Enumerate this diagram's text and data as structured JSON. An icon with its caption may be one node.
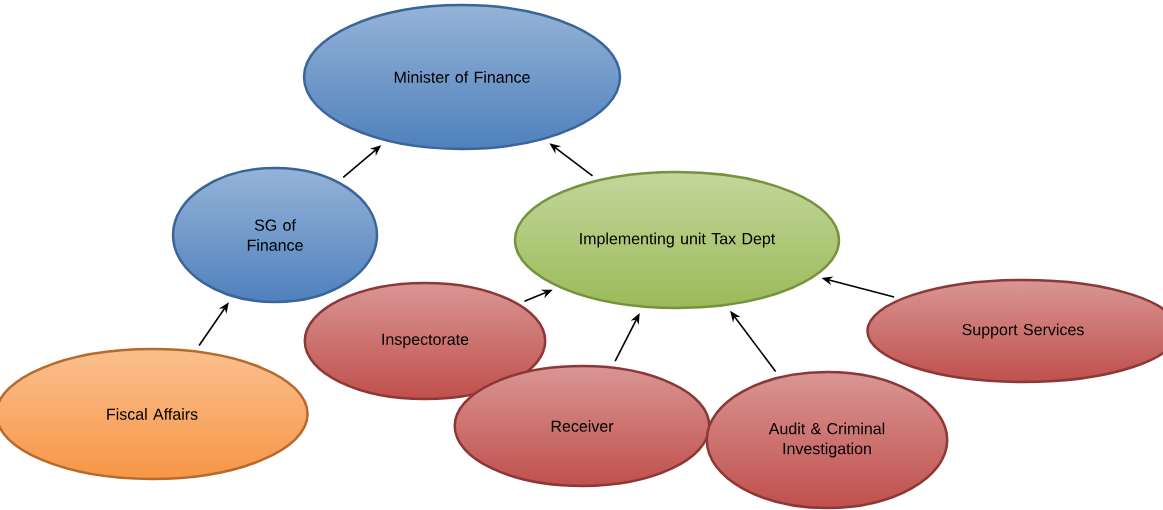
{
  "diagram": {
    "nodes": [
      {
        "text": [
          "Minister of Finance"
        ]
      },
      {
        "text": [
          "SG of Finance"
        ]
      },
      {
        "text": [
          "Implementing unit Tax Dept"
        ]
      },
      {
        "text": [
          "Inspectorate"
        ]
      },
      {
        "text": [
          "Receiver"
        ]
      },
      {
        "text": [
          "Audit & Criminal Investigation"
        ]
      },
      {
        "text": [
          "Support Services"
        ]
      },
      {
        "text": [
          "Fiscal Affairs"
        ]
      }
    ],
    "edges": [
      {
        "from": 1,
        "to": 0,
        "arrow": "to"
      },
      {
        "from": 2,
        "to": 0,
        "arrow": "to"
      },
      {
        "from": 7,
        "to": 1,
        "arrow": "to"
      },
      {
        "from": 3,
        "to": 2,
        "arrow": "to"
      },
      {
        "from": 4,
        "to": 2,
        "arrow": "to"
      },
      {
        "from": 5,
        "to": 2,
        "arrow": "to"
      },
      {
        "from": 6,
        "to": 2,
        "arrow": "to"
      }
    ]
  }
}
